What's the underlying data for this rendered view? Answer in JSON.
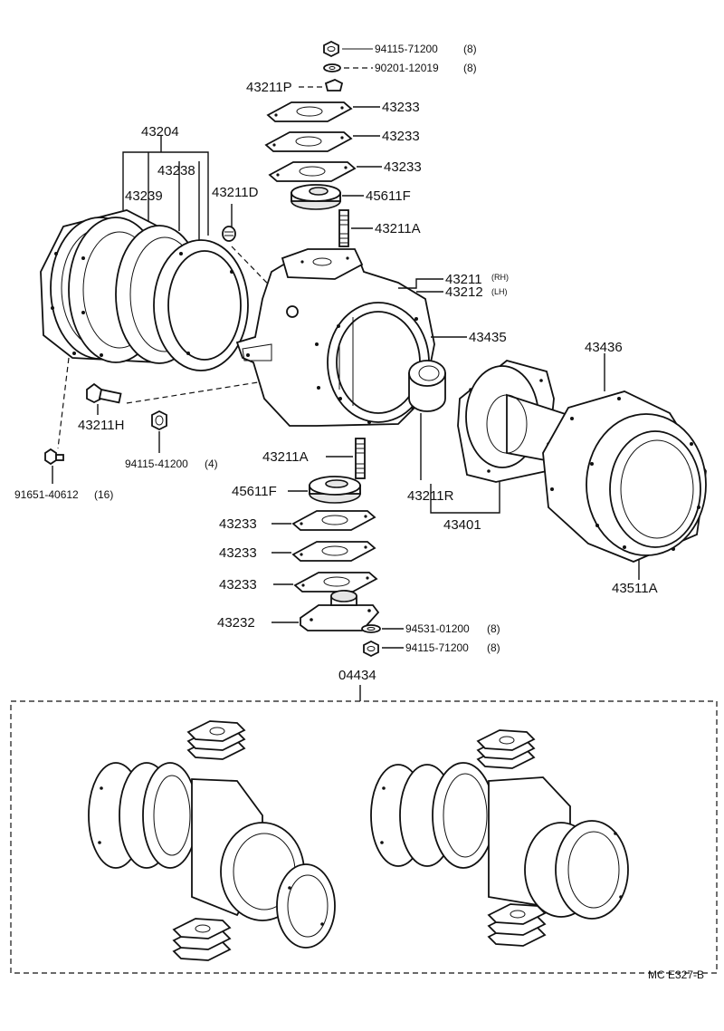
{
  "labels": {
    "nut_top": "94115-71200",
    "nut_top_qty": "(8)",
    "washer_top": "90201-12019",
    "washer_top_qty": "(8)",
    "p43211P": "43211P",
    "shim1": "43233",
    "shim2": "43233",
    "shim3": "43233",
    "bearing_top": "45611F",
    "stud_top": "43211A",
    "knuckle_rh": "43211",
    "rh": "(RH)",
    "knuckle_lh": "43212",
    "lh": "(LH)",
    "seal_set": "43204",
    "p43238": "43238",
    "p43239": "43239",
    "p43211D": "43211D",
    "p43435": "43435",
    "p43436": "43436",
    "p43211H": "43211H",
    "nut_mid": "94115-41200",
    "nut_mid_qty": "(4)",
    "bolt": "91651-40612",
    "bolt_qty": "(16)",
    "stud_bottom": "43211A",
    "bearing_bottom": "45611F",
    "p43211R": "43211R",
    "p43401": "43401",
    "p43511A": "43511A",
    "shim4": "43233",
    "shim5": "43233",
    "shim6": "43233",
    "arm": "43232",
    "washer_bottom": "94531-01200",
    "washer_bottom_qty": "(8)",
    "nut_bottom": "94115-71200",
    "nut_bottom_qty": "(8)",
    "kit": "04434",
    "footer_code": "MC  E327-B"
  }
}
